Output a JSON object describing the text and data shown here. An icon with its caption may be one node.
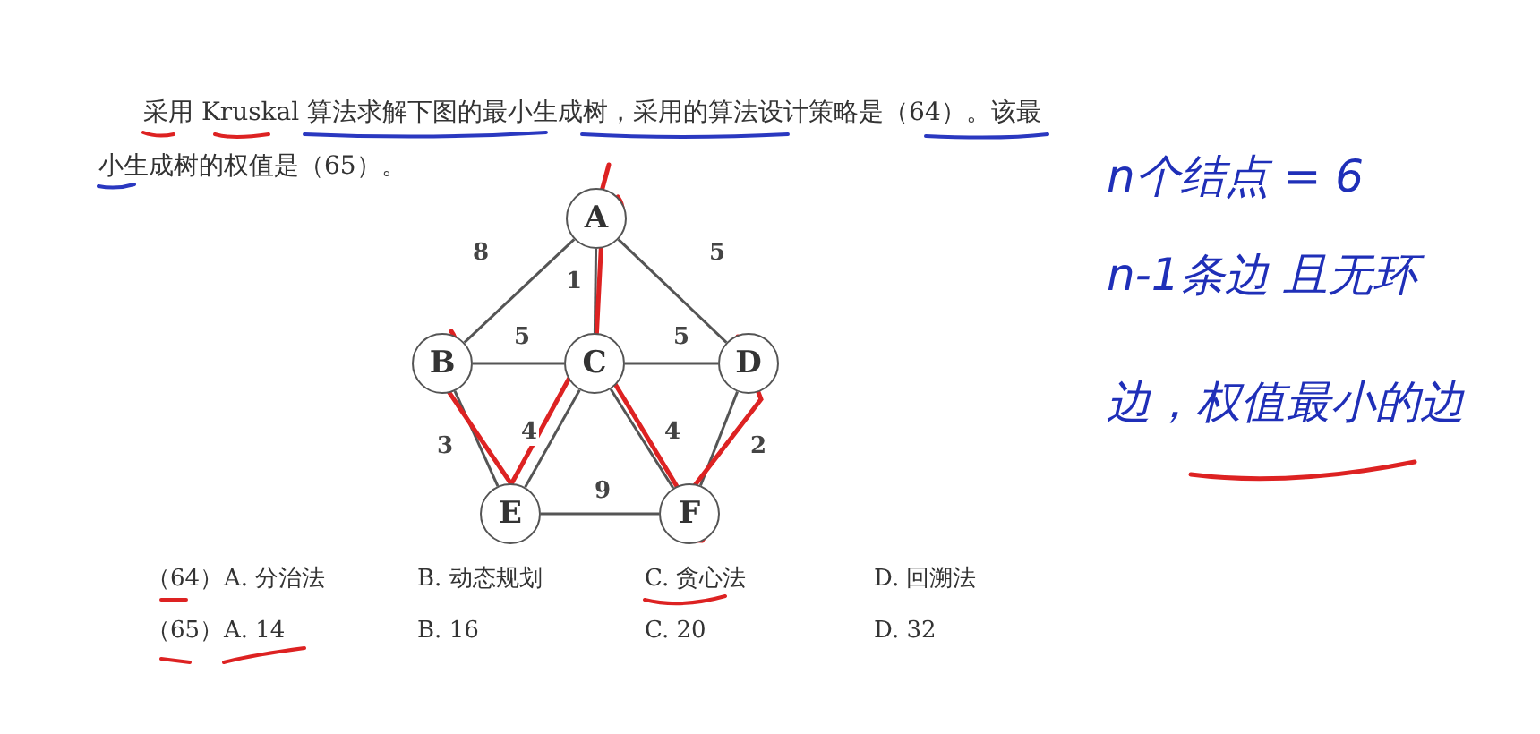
{
  "diagram": {
    "nodes": [
      {
        "text": [
          "A"
        ]
      },
      {
        "text": [
          "B"
        ]
      },
      {
        "text": [
          "C"
        ]
      },
      {
        "text": [
          "D"
        ]
      },
      {
        "text": [
          "E"
        ]
      },
      {
        "text": [
          "F"
        ]
      }
    ],
    "edges": [
      {
        "from": 0,
        "to": 1,
        "arrow": "none",
        "label": "8"
      },
      {
        "from": 0,
        "to": 3,
        "arrow": "none",
        "label": "5"
      },
      {
        "from": 0,
        "to": 2,
        "arrow": "none",
        "label": "1"
      },
      {
        "from": 1,
        "to": 2,
        "arrow": "none",
        "label": "5"
      },
      {
        "from": 2,
        "to": 3,
        "arrow": "none",
        "label": "5"
      },
      {
        "from": 1,
        "to": 4,
        "arrow": "none",
        "label": "3"
      },
      {
        "from": 2,
        "to": 4,
        "arrow": "none",
        "label": "4"
      },
      {
        "from": 2,
        "to": 5,
        "arrow": "none",
        "label": "4"
      },
      {
        "from": 3,
        "to": 5,
        "arrow": "none",
        "label": "2"
      },
      {
        "from": 4,
        "to": 5,
        "arrow": "none",
        "label": "9"
      }
    ],
    "labels": [
      "采用 Kruskal 算法求解下图的最小生成树，采用的算法设计策略是（64）。该最小生成树的权值是（65）。",
      "（64）",
      "A. 分治法",
      "B. 动态规划",
      "C. 贪心法",
      "D. 回溯法",
      "（65）",
      "A. 14",
      "B. 16",
      "C. 20",
      "D. 32",
      "n个结点 = 6",
      "n-1条边 且无环",
      "边，权值最小的边"
    ]
  }
}
